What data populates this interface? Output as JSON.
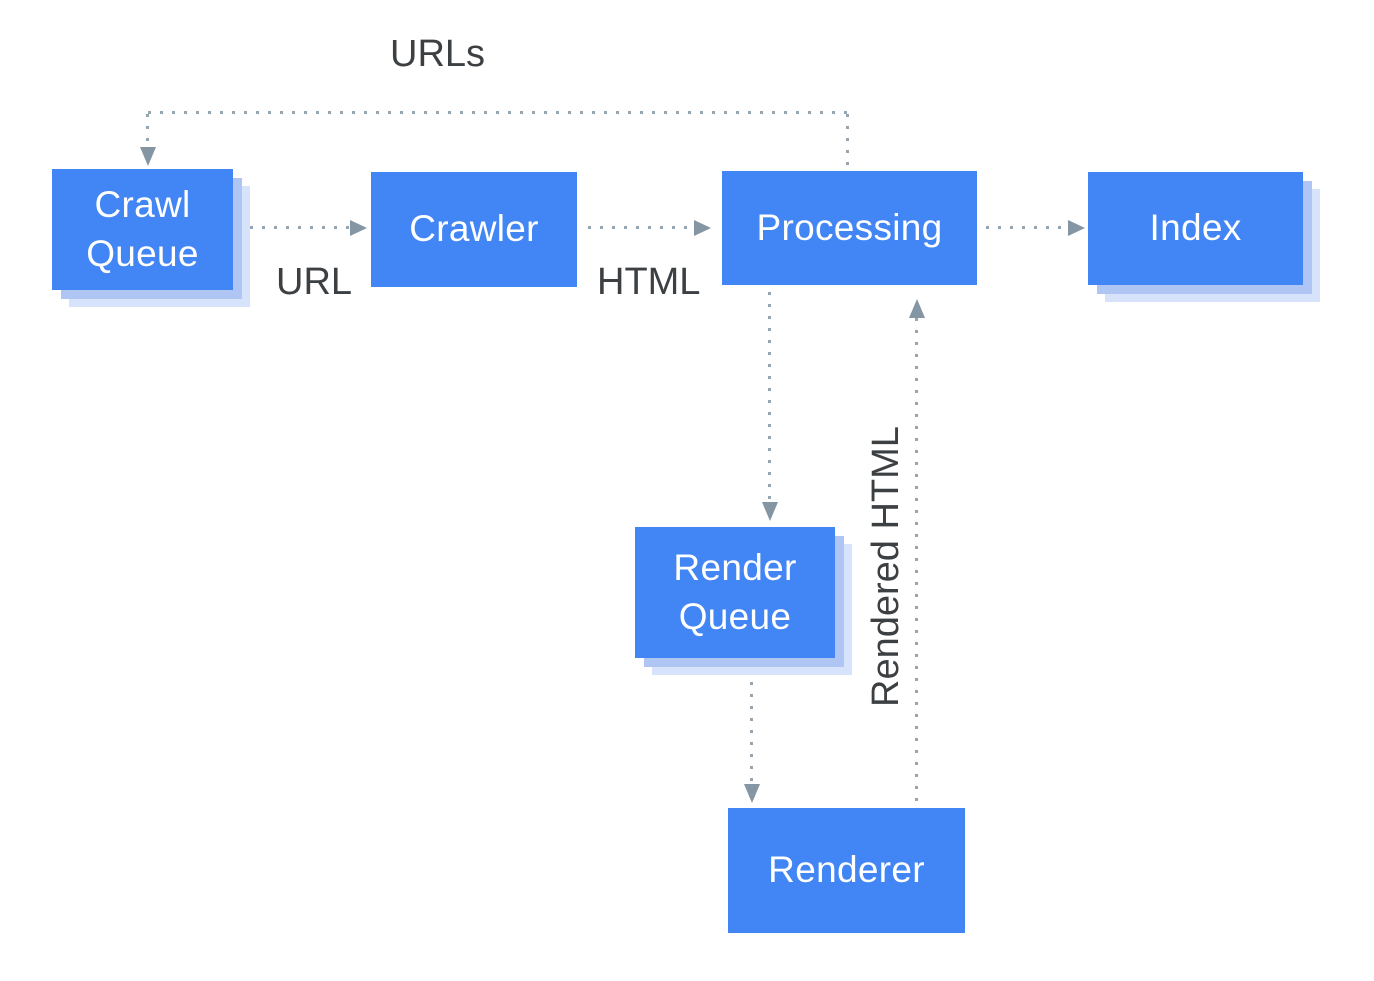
{
  "diagram": {
    "nodes": [
      {
        "id": "crawl-queue",
        "label": "Crawl\nQueue"
      },
      {
        "id": "crawler",
        "label": "Crawler"
      },
      {
        "id": "processing",
        "label": "Processing"
      },
      {
        "id": "index",
        "label": "Index"
      },
      {
        "id": "render-queue",
        "label": "Render\nQueue"
      },
      {
        "id": "renderer",
        "label": "Renderer"
      }
    ],
    "edges": [
      {
        "from": "processing",
        "to": "crawl-queue",
        "label": "URLs"
      },
      {
        "from": "crawl-queue",
        "to": "crawler",
        "label": "URL"
      },
      {
        "from": "crawler",
        "to": "processing",
        "label": "HTML"
      },
      {
        "from": "processing",
        "to": "index",
        "label": ""
      },
      {
        "from": "processing",
        "to": "render-queue",
        "label": ""
      },
      {
        "from": "render-queue",
        "to": "renderer",
        "label": ""
      },
      {
        "from": "renderer",
        "to": "processing",
        "label": "Rendered HTML"
      }
    ],
    "colors": {
      "node_fill": "#4285F4",
      "node_text": "#FFFFFF",
      "shadow_inner": "#AFC6F4",
      "shadow_outer": "#D7E2FB",
      "connector_dot": "#94A6B2",
      "connector_arrow": "#8495A3",
      "label_text": "#3C4043",
      "background": "#FFFFFF"
    }
  }
}
